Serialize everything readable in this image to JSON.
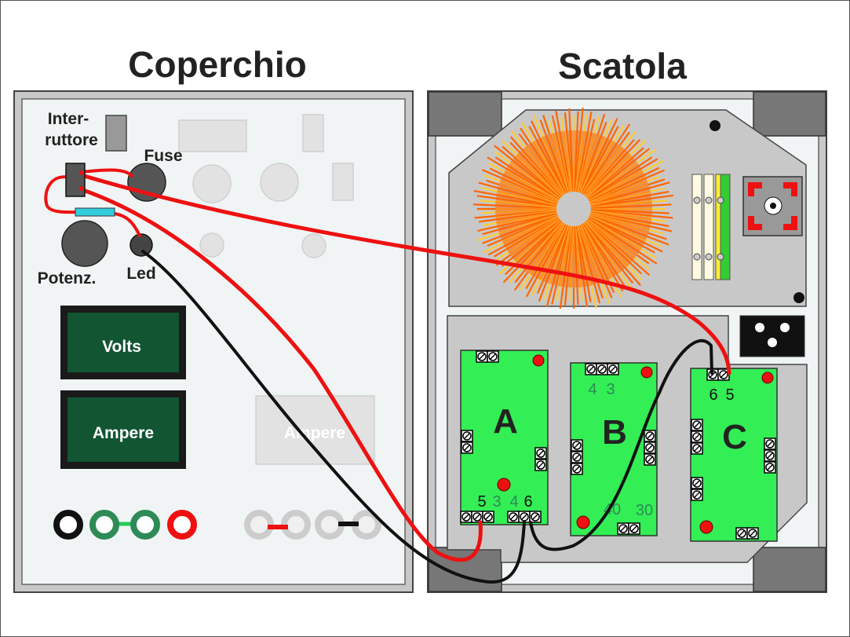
{
  "titles": {
    "lid": "Coperchio",
    "box": "Scatola"
  },
  "lid_labels": {
    "switch_line1": "Inter-",
    "switch_line2": "ruttore",
    "fuse": "Fuse",
    "potentiometer": "Potenz.",
    "led": "Led"
  },
  "meters": {
    "volts": "Volts",
    "ampere": "Ampere",
    "ampere_ghost": "Ampere"
  },
  "boards": {
    "a": {
      "letter": "A",
      "t5": "5",
      "t3": "3",
      "t4": "4",
      "t6": "6"
    },
    "b": {
      "letter": "B",
      "t4": "4",
      "t3": "3",
      "t40": "40",
      "t30": "30"
    },
    "c": {
      "letter": "C",
      "t6": "6",
      "t5": "5"
    }
  },
  "colors": {
    "board": "#33ee55",
    "wire_red": "#ee1111",
    "wire_black": "#111111",
    "meter": "#115533",
    "transformer": "#ff6600",
    "panel": "#f0f4f4"
  }
}
